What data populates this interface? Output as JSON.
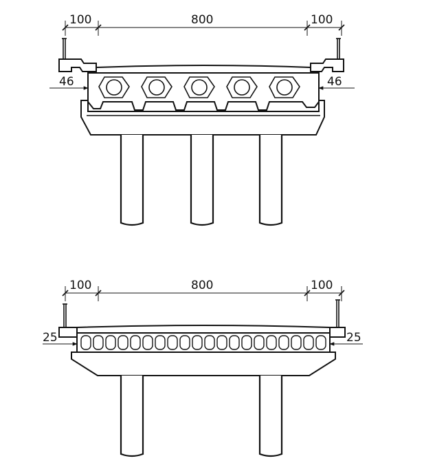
{
  "top_section": {
    "dim_left_width": "100",
    "dim_center_width": "800",
    "dim_right_width": "100",
    "dim_left_offset": "46",
    "dim_right_offset": "46"
  },
  "bottom_section": {
    "dim_left_width": "100",
    "dim_center_width": "800",
    "dim_right_width": "100",
    "dim_left_offset": "25",
    "dim_right_offset": "25"
  }
}
